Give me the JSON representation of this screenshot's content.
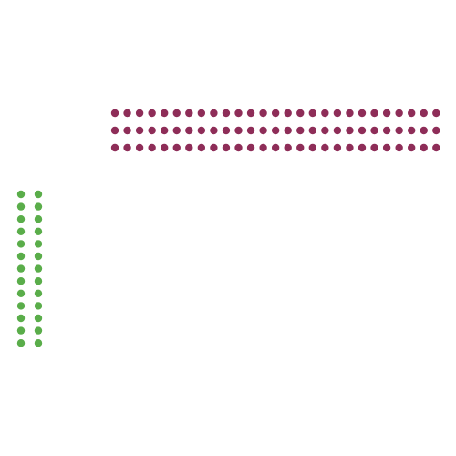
{
  "dot_groups": [
    {
      "name": "maroon-dot-grid",
      "color": "#8e2d58",
      "rows": 3,
      "columns": 27
    },
    {
      "name": "green-dot-grid",
      "color": "#5aad4a",
      "rows": 13,
      "columns": 2
    }
  ]
}
